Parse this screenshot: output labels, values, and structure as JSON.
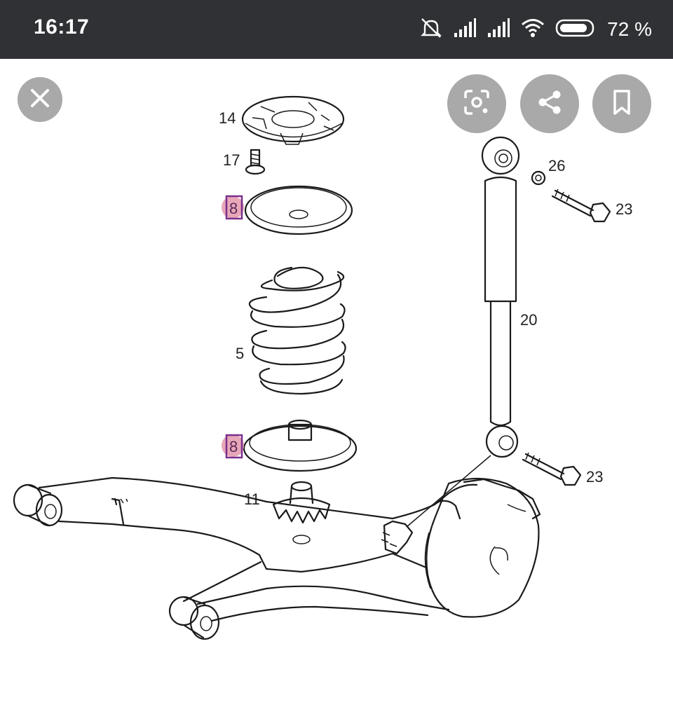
{
  "status_bar": {
    "time": "16:17",
    "battery_percent": "72 %",
    "icons": [
      "alarm-off-icon",
      "signal-icon",
      "signal-icon",
      "wifi-icon",
      "battery-icon"
    ]
  },
  "viewer": {
    "buttons": {
      "close": "close-icon",
      "lens": "lens-search-icon",
      "share": "share-icon",
      "save": "bookmark-icon"
    }
  },
  "diagram": {
    "callouts": {
      "c14": "14",
      "c17": "17",
      "c8_top": "8",
      "c5": "5",
      "c8_bottom": "8",
      "c11": "11",
      "c26": "26",
      "c23_top": "23",
      "c20": "20",
      "c23_bottom": "23"
    },
    "highlight_color": "#7a2e8c",
    "highlight_fill": "#e7a7b8"
  }
}
